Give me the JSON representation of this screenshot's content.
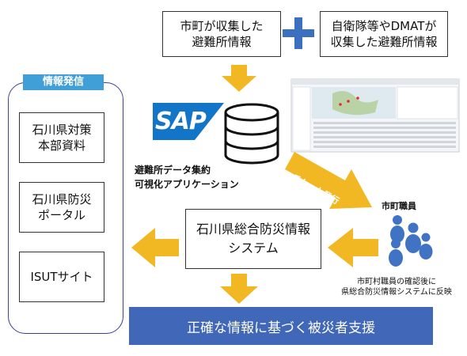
{
  "top": {
    "city_box": "市町が収集した\n避難所情報",
    "sdf_box": "自衛隊等やDMATが\n収集した避難所情報",
    "plus_icon": "plus-icon"
  },
  "panel": {
    "title": "情報発信",
    "items": [
      "石川県対策\n本部資料",
      "石川県防災\nポータル",
      "ISUTサイト"
    ]
  },
  "center": {
    "sap_logo": "SAP",
    "db_caption": "避難所データ集約\n可視化アプリケーション",
    "system_box": "石川県総合防災情報\nシステム",
    "ticket_label": "チケット発行"
  },
  "staff": {
    "label": "市町職員",
    "note": "市町村職員の確認後に\n県総合防災情報システムに反映"
  },
  "bottom": {
    "bar_text": "正確な情報に基づく被災者支援"
  },
  "colors": {
    "arrow": "#f2b824",
    "plus": "#3b6fc0",
    "panel_border": "#3a3f99",
    "panel_title_bg": "#3f9fd6",
    "bottom_bar": "#4067b8",
    "sap_blue": "#1275c8",
    "staff_blue": "#4173c4"
  }
}
